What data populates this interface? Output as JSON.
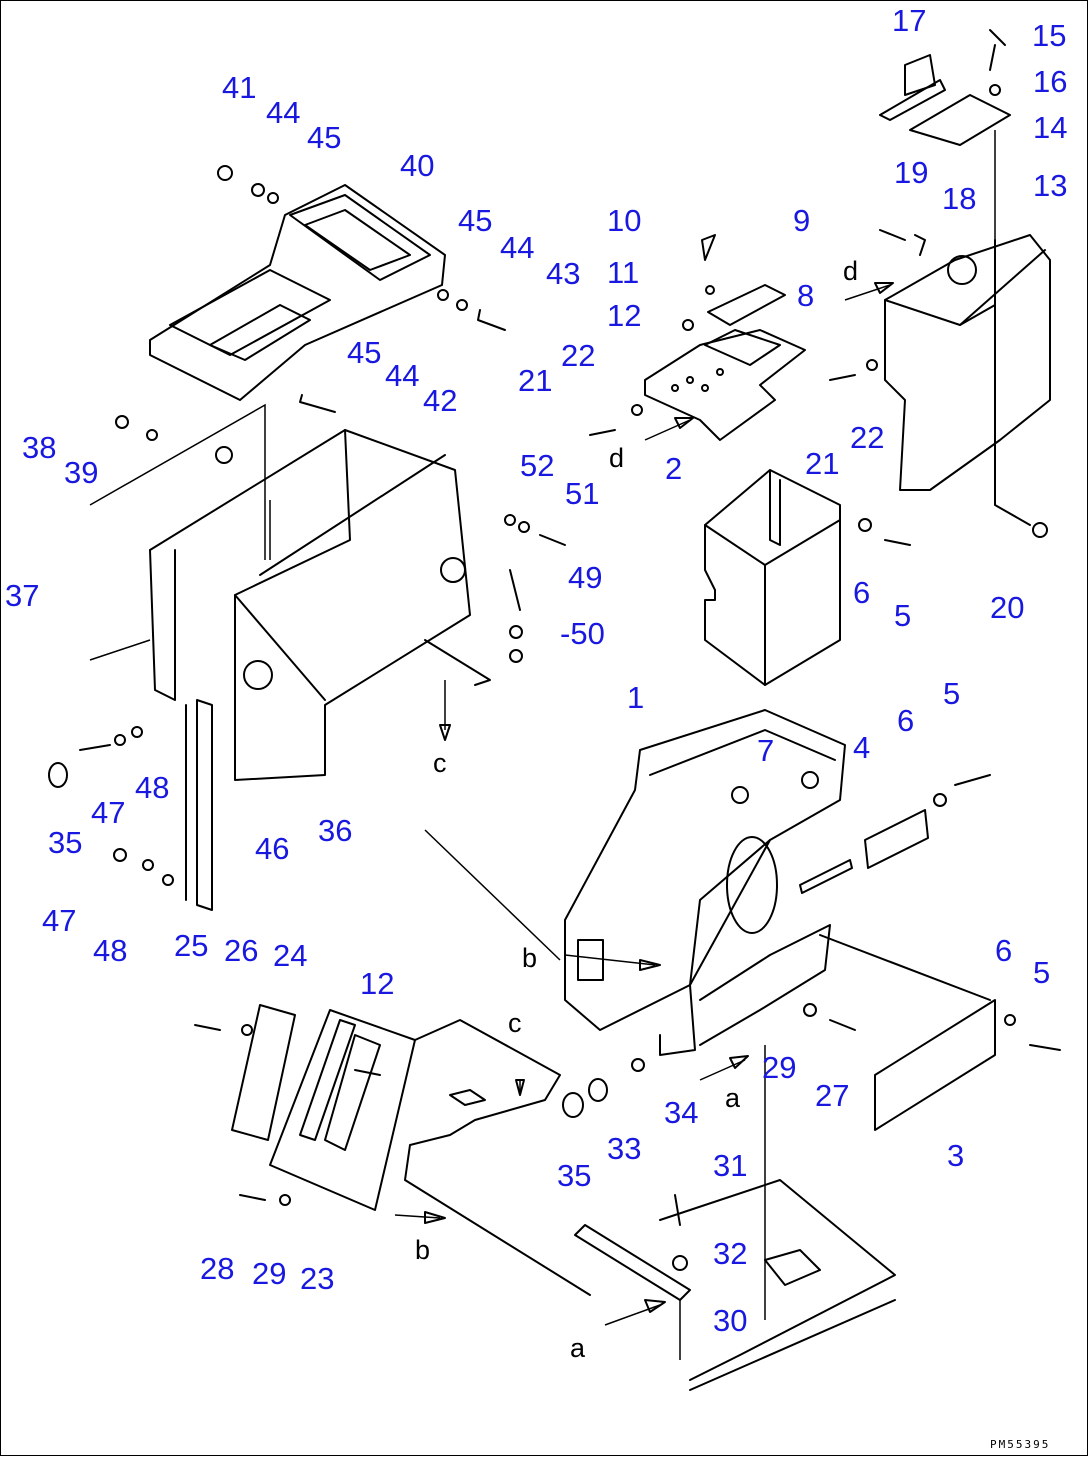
{
  "diagram": {
    "part_numbers": [
      "1",
      "2",
      "3",
      "4",
      "5",
      "5",
      "5",
      "6",
      "6",
      "6",
      "7",
      "8",
      "9",
      "10",
      "11",
      "12",
      "12",
      "13",
      "14",
      "15",
      "16",
      "17",
      "18",
      "19",
      "20",
      "21",
      "21",
      "22",
      "22",
      "23",
      "24",
      "25",
      "26",
      "27",
      "28",
      "29",
      "29",
      "30",
      "31",
      "32",
      "33",
      "34",
      "35",
      "35",
      "36",
      "37",
      "38",
      "39",
      "40",
      "41",
      "42",
      "43",
      "44",
      "44",
      "44",
      "45",
      "45",
      "45",
      "46",
      "47",
      "47",
      "48",
      "48",
      "49",
      "50",
      "51",
      "52"
    ],
    "refs": {
      "a": "a",
      "b": "b",
      "c": "c",
      "d": "d"
    },
    "drawing_code": "PM55395",
    "colors": {
      "callout": "#1818e0",
      "line": "#000000"
    }
  }
}
